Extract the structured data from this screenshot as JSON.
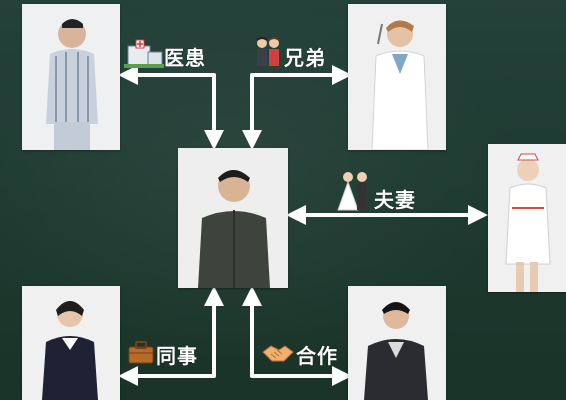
{
  "relations": {
    "top_left": "医患",
    "top_right": "兄弟",
    "right": "夫妻",
    "bottom_left": "同事",
    "bottom_right": "合作"
  },
  "icons": {
    "top_left": "hospital-icon",
    "top_right": "brothers-icon",
    "right": "wedding-couple-icon",
    "bottom_left": "briefcase-icon",
    "bottom_right": "handshake-icon"
  },
  "colors": {
    "background": "#1f3a2e",
    "arrow": "#ffffff",
    "text": "#ffffff"
  }
}
